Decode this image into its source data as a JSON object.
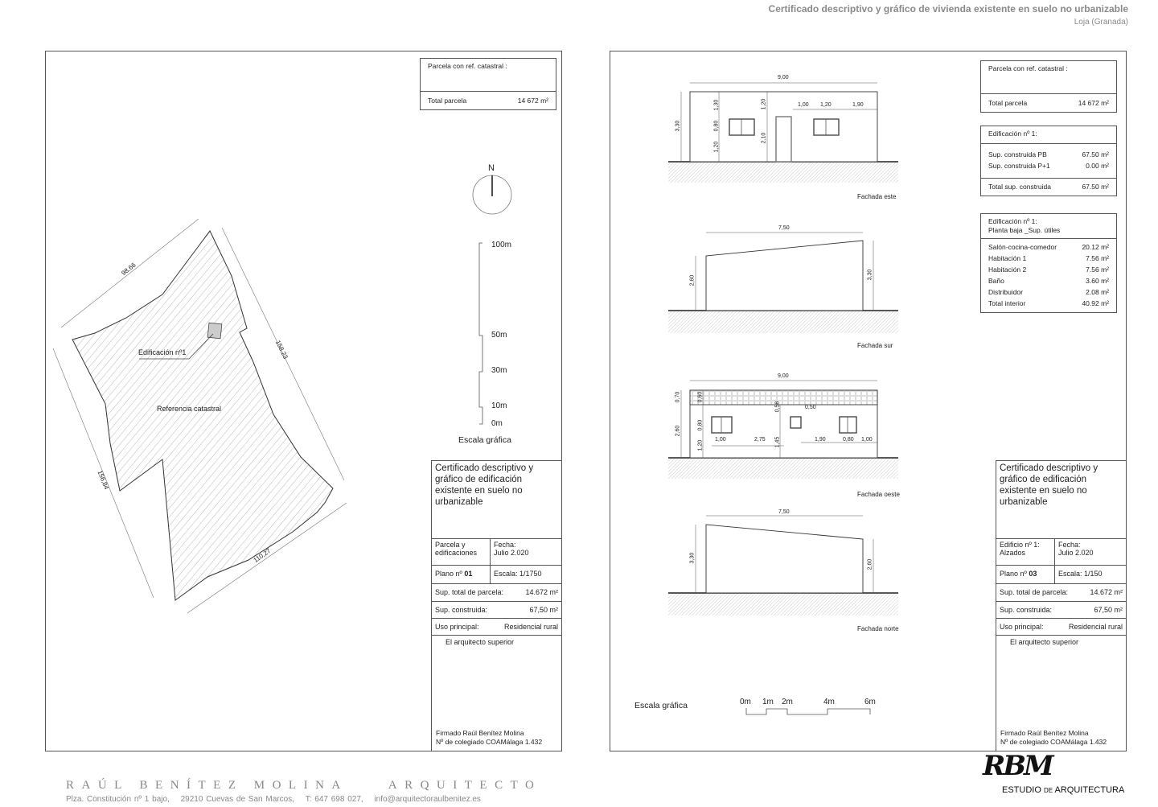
{
  "header": {
    "title": "Certificado descriptivo y gráfico de vivienda existente en suelo no urbanizable",
    "location": "Loja (Granada)"
  },
  "sheet1": {
    "parcel_box": {
      "ref_label": "Parcela con ref. catastral :",
      "total_label": "Total parcela",
      "total_value": "14 672 m²"
    },
    "north_label": "N",
    "scale_bar": {
      "ticks": [
        "100m",
        "50m",
        "30m",
        "10m",
        "0m"
      ],
      "label": "Escala gráfica"
    },
    "plan": {
      "dim_top_left": "98,66",
      "dim_right": "158,23",
      "dim_left": "156,84",
      "dim_bottom": "110,27",
      "building_label": "Edificación nº1",
      "parcel_label": "Referencia catastral"
    },
    "title_block": {
      "title": "Certificado descriptivo y gráfico de edificación existente en suelo no urbanizable",
      "subject_line1": "Parcela y",
      "subject_line2": "edificaciones",
      "date_label": "Fecha:",
      "date_value": "Julio 2.020",
      "plan_label": "Plano nº",
      "plan_number": "01",
      "scale": "Escala: 1/1750",
      "total_area_label": "Sup. total de parcela:",
      "total_area_value": "14.672 m²",
      "built_area_label": "Sup. construida:",
      "built_area_value": "67,50 m²",
      "use_label": "Uso principal:",
      "use_value": "Residencial rural",
      "architect": "El arquitecto superior",
      "signed": "Firmado Raúl Benítez Molina",
      "registration": "Nº de colegiado COAMálaga 1.432"
    }
  },
  "sheet2": {
    "parcel_box": {
      "ref_label": "Parcela con ref. catastral :",
      "total_label": "Total parcela",
      "total_value": "14 672 m²"
    },
    "building_box": {
      "title": "Edificación nº 1:",
      "rows": [
        {
          "label": "Sup. construida PB",
          "value": "67.50 m²"
        },
        {
          "label": "Sup. construida P+1",
          "value": "0.00 m²"
        }
      ],
      "total_label": "Total sup. construida",
      "total_value": "67.50 m²"
    },
    "useful_box": {
      "title1": "Edificación nº 1:",
      "title2": "Planta baja _Sup. útiles",
      "rows": [
        {
          "label": "Salón-cocina-comedor",
          "value": "20.12 m²"
        },
        {
          "label": "Habitación 1",
          "value": "7.56 m²"
        },
        {
          "label": "Habitación 2",
          "value": "7.56 m²"
        },
        {
          "label": "Baño",
          "value": "3.60 m²"
        },
        {
          "label": "Distribuidor",
          "value": "2.08 m²"
        },
        {
          "label": "Total interior",
          "value": "40.92 m²"
        }
      ]
    },
    "elevations": {
      "este": {
        "caption": "Fachada este",
        "width": "9,00",
        "height": "3,30",
        "d1": "1,30",
        "d2": "0,80",
        "d3": "1,20",
        "d4": "1,20",
        "d5": "2,10",
        "d6": "1,00",
        "d7": "1,20",
        "d8": "1,90"
      },
      "sur": {
        "caption": "Fachada sur",
        "width": "7,50",
        "h_left": "2,60",
        "h_right": "3,30"
      },
      "oeste": {
        "caption": "Fachada oeste",
        "width": "9,00",
        "h_roof": "0,70",
        "h_roof2": "0,60",
        "h_wall": "2,60",
        "d_080": "0,80",
        "d_120": "1,20",
        "d_058": "0,58",
        "d_050": "0,50",
        "d_145": "1,45",
        "d_100a": "1,00",
        "d_275": "2,75",
        "d_190": "1,90",
        "d_080b": "0,80",
        "d_100b": "1,00"
      },
      "norte": {
        "caption": "Fachada norte",
        "width": "7,50",
        "h_left": "3,30",
        "h_right": "2,60"
      }
    },
    "scale_bar": {
      "label": "Escala gráfica",
      "ticks": [
        "0m",
        "1m",
        "2m",
        "4m",
        "6m"
      ]
    },
    "title_block": {
      "title": "Certificado descriptivo y gráfico de edificación existente en suelo no urbanizable",
      "subject_line1": "Edificio nº 1:",
      "subject_line2": "Alzados",
      "date_label": "Fecha:",
      "date_value": "Julio 2.020",
      "plan_label": "Plano nº",
      "plan_number": "03",
      "scale": "Escala: 1/150",
      "total_area_label": "Sup. total de parcela:",
      "total_area_value": "14.672 m²",
      "built_area_label": "Sup. construida:",
      "built_area_value": "67,50 m²",
      "use_label": "Uso principal:",
      "use_value": "Residencial rural",
      "architect": "El arquitecto superior",
      "signed": "Firmado Raúl Benítez Molina",
      "registration": "Nº de colegiado COAMálaga 1.432"
    }
  },
  "footer": {
    "name": "RAÚL BENÍTEZ MOLINA",
    "profession": "ARQUITECTO",
    "address": "Plza. Constitución nº 1 bajo,",
    "city": "29210 Cuevas de San Marcos,",
    "phone": "T: 647 698 027,",
    "email": "info@arquitectoraulbenitez.es",
    "logo": "RBM",
    "logo_sub_a": "ESTUDIO ",
    "logo_sub_b": "DE",
    "logo_sub_c": " ARQUITECTURA"
  }
}
